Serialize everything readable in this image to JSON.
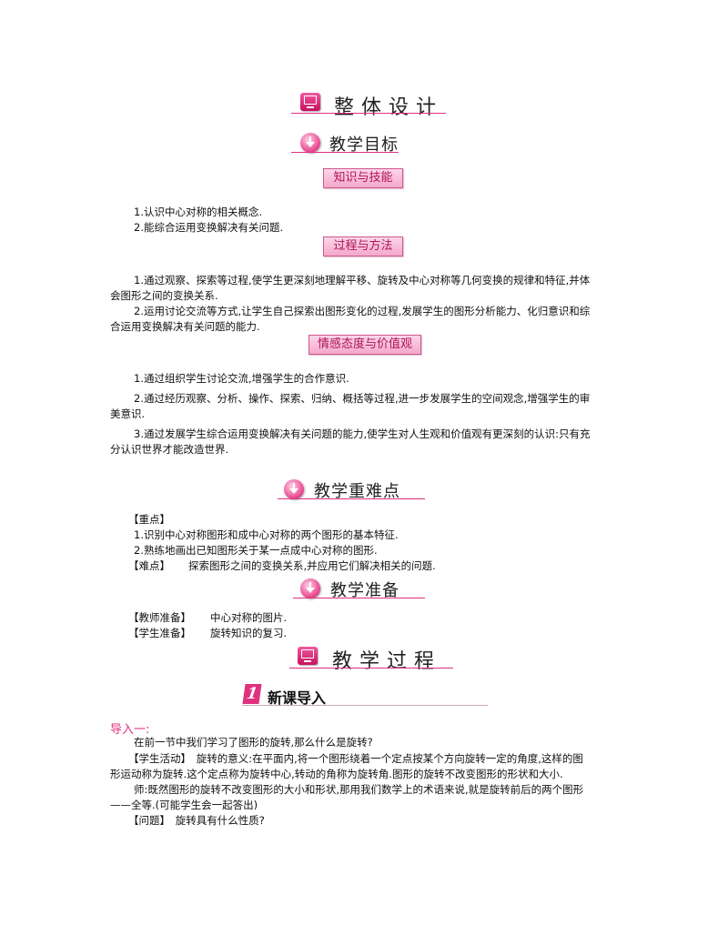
{
  "headings": {
    "overall_design": "整体设计",
    "teaching_goals": "教学目标",
    "key_difficult": "教学重难点",
    "preparation": "教学准备",
    "process": "教学过程"
  },
  "tags": {
    "knowledge_skills": "知识与技能",
    "process_method": "过程与方法",
    "attitude_values": "情感态度与价值观"
  },
  "knowledge_skills": [
    "1.认识中心对称的相关概念.",
    "2.能综合运用变换解决有关问题."
  ],
  "process_method": [
    "1.通过观察、探索等过程,使学生更深刻地理解平移、旋转及中心对称等几何变换的规律和特征,并体",
    "会图形之间的变换关系.",
    "2.运用讨论交流等方式,让学生自己探索出图形变化的过程,发展学生的图形分析能力、化归意识和综",
    "合运用变换解决有关问题的能力."
  ],
  "attitude_values": [
    "1.通过组织学生讨论交流,增强学生的合作意识.",
    "2.通过经历观察、分析、操作、探索、归纳、概括等过程,进一步发展学生的空间观念,增强学生的审",
    "美意识.",
    "3.通过发展学生综合运用变换解决有关问题的能力,使学生对人生观和价值观有更深刻的认识:只有充",
    "分认识世界才能改造世界."
  ],
  "key_points": {
    "label": "【重点】",
    "items": [
      "1.识别中心对称图形和成中心对称的两个图形的基本特征.",
      "2.熟练地画出已知图形关于某一点成中心对称的图形."
    ],
    "difficult_label": "【难点】",
    "difficult_text": "探索图形之间的变换关系,并应用它们解决相关的问题."
  },
  "preparation": {
    "teacher_label": "【教师准备】",
    "teacher_text": "中心对称的图片.",
    "student_label": "【学生准备】",
    "student_text": "旋转知识的复习."
  },
  "lesson": {
    "number": "1",
    "title": "新课导入",
    "intro_label": "导入一:",
    "lines": [
      "在前一节中我们学习了图形的旋转,那么什么是旋转?",
      "【学生活动】　旋转的意义:在平面内,将一个图形绕着一个定点按某个方向旋转一定的角度,这样的图",
      "形运动称为旋转.这个定点称为旋转中心,转动的角称为旋转角.图形的旋转不改变图形的形状和大小.",
      "师:既然图形的旋转不改变图形的大小和形状,那用我们数学上的术语来说,就是旋转前后的两个图形",
      "——全等.(可能学生会一起答出)",
      "【问题】　旋转具有什么性质?"
    ]
  },
  "colors": {
    "accent": "#e0317e",
    "tag_fill": "#f4a8cb"
  },
  "icons": [
    "monitor-icon",
    "down-arrow-circle-icon"
  ]
}
